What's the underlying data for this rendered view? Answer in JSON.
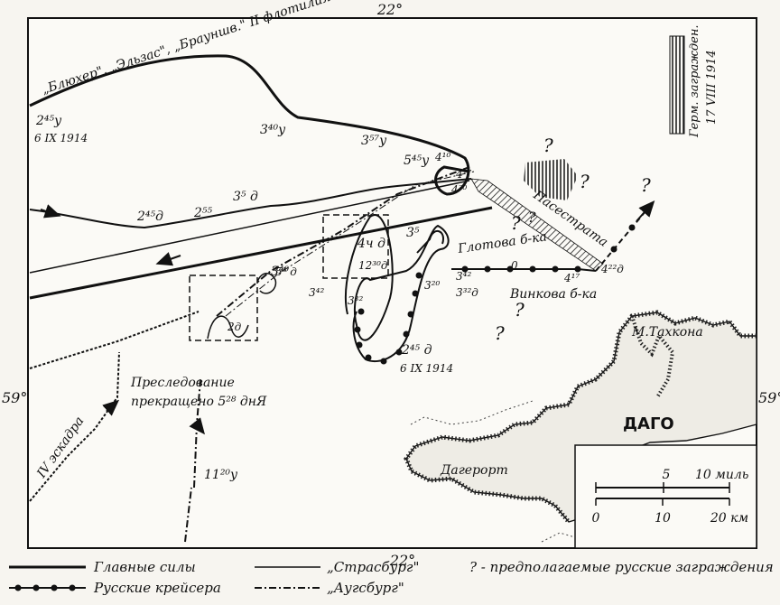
{
  "coords": {
    "lon_top": "22°",
    "lon_bottom": "22°",
    "lat_left": "59°",
    "lat_right": "59°"
  },
  "places": {
    "dago": "ДАГО",
    "takhkona": "М.Тахкона",
    "dagerort": "Дагерорт"
  },
  "banks": {
    "glotova": "Глотова б-ка",
    "vinkova": "Винкова б-ка",
    "pasestrata": "Пасестрата"
  },
  "flotilla_label": "„Блюхер\", „Эльзас\", „Брауншв.\" II флотилия",
  "german_mines_label": [
    "Герм. загражден.",
    "17 VIII 1914"
  ],
  "route_labels": {
    "t_245_top": "2⁴⁵у",
    "date_top": "6 IX 1914",
    "t_340": "3⁴⁰у",
    "t_357": "3⁵⁷у",
    "t_410": "4¹⁰",
    "t_417": "4¹⁷",
    "t_430": "4³⁰",
    "t_545": "5⁴⁵у",
    "t_245_mid": "2⁴⁵д",
    "t_255": "2⁵⁵",
    "t_3d": "3⁵ д",
    "t_4d": "4ч д",
    "t_1230": "12³⁰д",
    "t_35": "3⁵",
    "t_340d": "3⁴⁰",
    "t_342": "3⁴²",
    "t_332": "3³²",
    "t_342b": "3⁴²",
    "t_332b": "3³²д",
    "t_320": "3²⁰",
    "t_245_bottom": "2⁴⁵ д",
    "date_bottom": "6 IX 1914",
    "t_417b": "4¹⁷",
    "t_422": "4²²д",
    "t_0": "0",
    "t_58d": "5⁸ д",
    "t_2d": "2д",
    "t_1120": "11²⁰у"
  },
  "pursuit_note": [
    "Преследование",
    "прекращено 5²⁸ днЯ"
  ],
  "squadron_label": "IV эскадра",
  "scale": {
    "miles_label": "10 миль",
    "mile_mid": "5",
    "km_labels": [
      "0",
      "10",
      "20 км"
    ]
  },
  "question_marks": [
    "?",
    "?",
    "?",
    "?",
    "?",
    "?",
    "?"
  ],
  "legend": {
    "main_forces": "Главные силы",
    "russian_cruisers": "Русские крейсера",
    "strasburg": "„Страсбург\"",
    "augsburg": "„Аугсбург\"",
    "mines_note": "? - предполагаемые русские заграждения"
  }
}
